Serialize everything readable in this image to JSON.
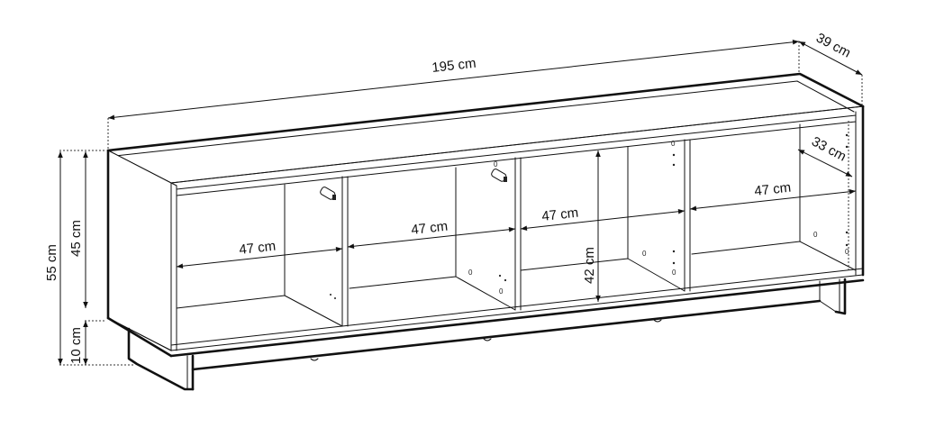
{
  "diagram": {
    "subject": "TV cabinet with 4 open compartments on legs",
    "line_color": "#111111",
    "background": "#ffffff",
    "dimensions": {
      "overall_width": "195 cm",
      "overall_depth": "39 cm",
      "overall_height": "55 cm",
      "body_height": "45 cm",
      "leg_height": "10 cm",
      "inner_depth": "33 cm",
      "inner_height": "42 cm",
      "compartment_widths": [
        "47 cm",
        "47 cm",
        "47 cm",
        "47 cm"
      ]
    },
    "hole_marker": "0"
  }
}
